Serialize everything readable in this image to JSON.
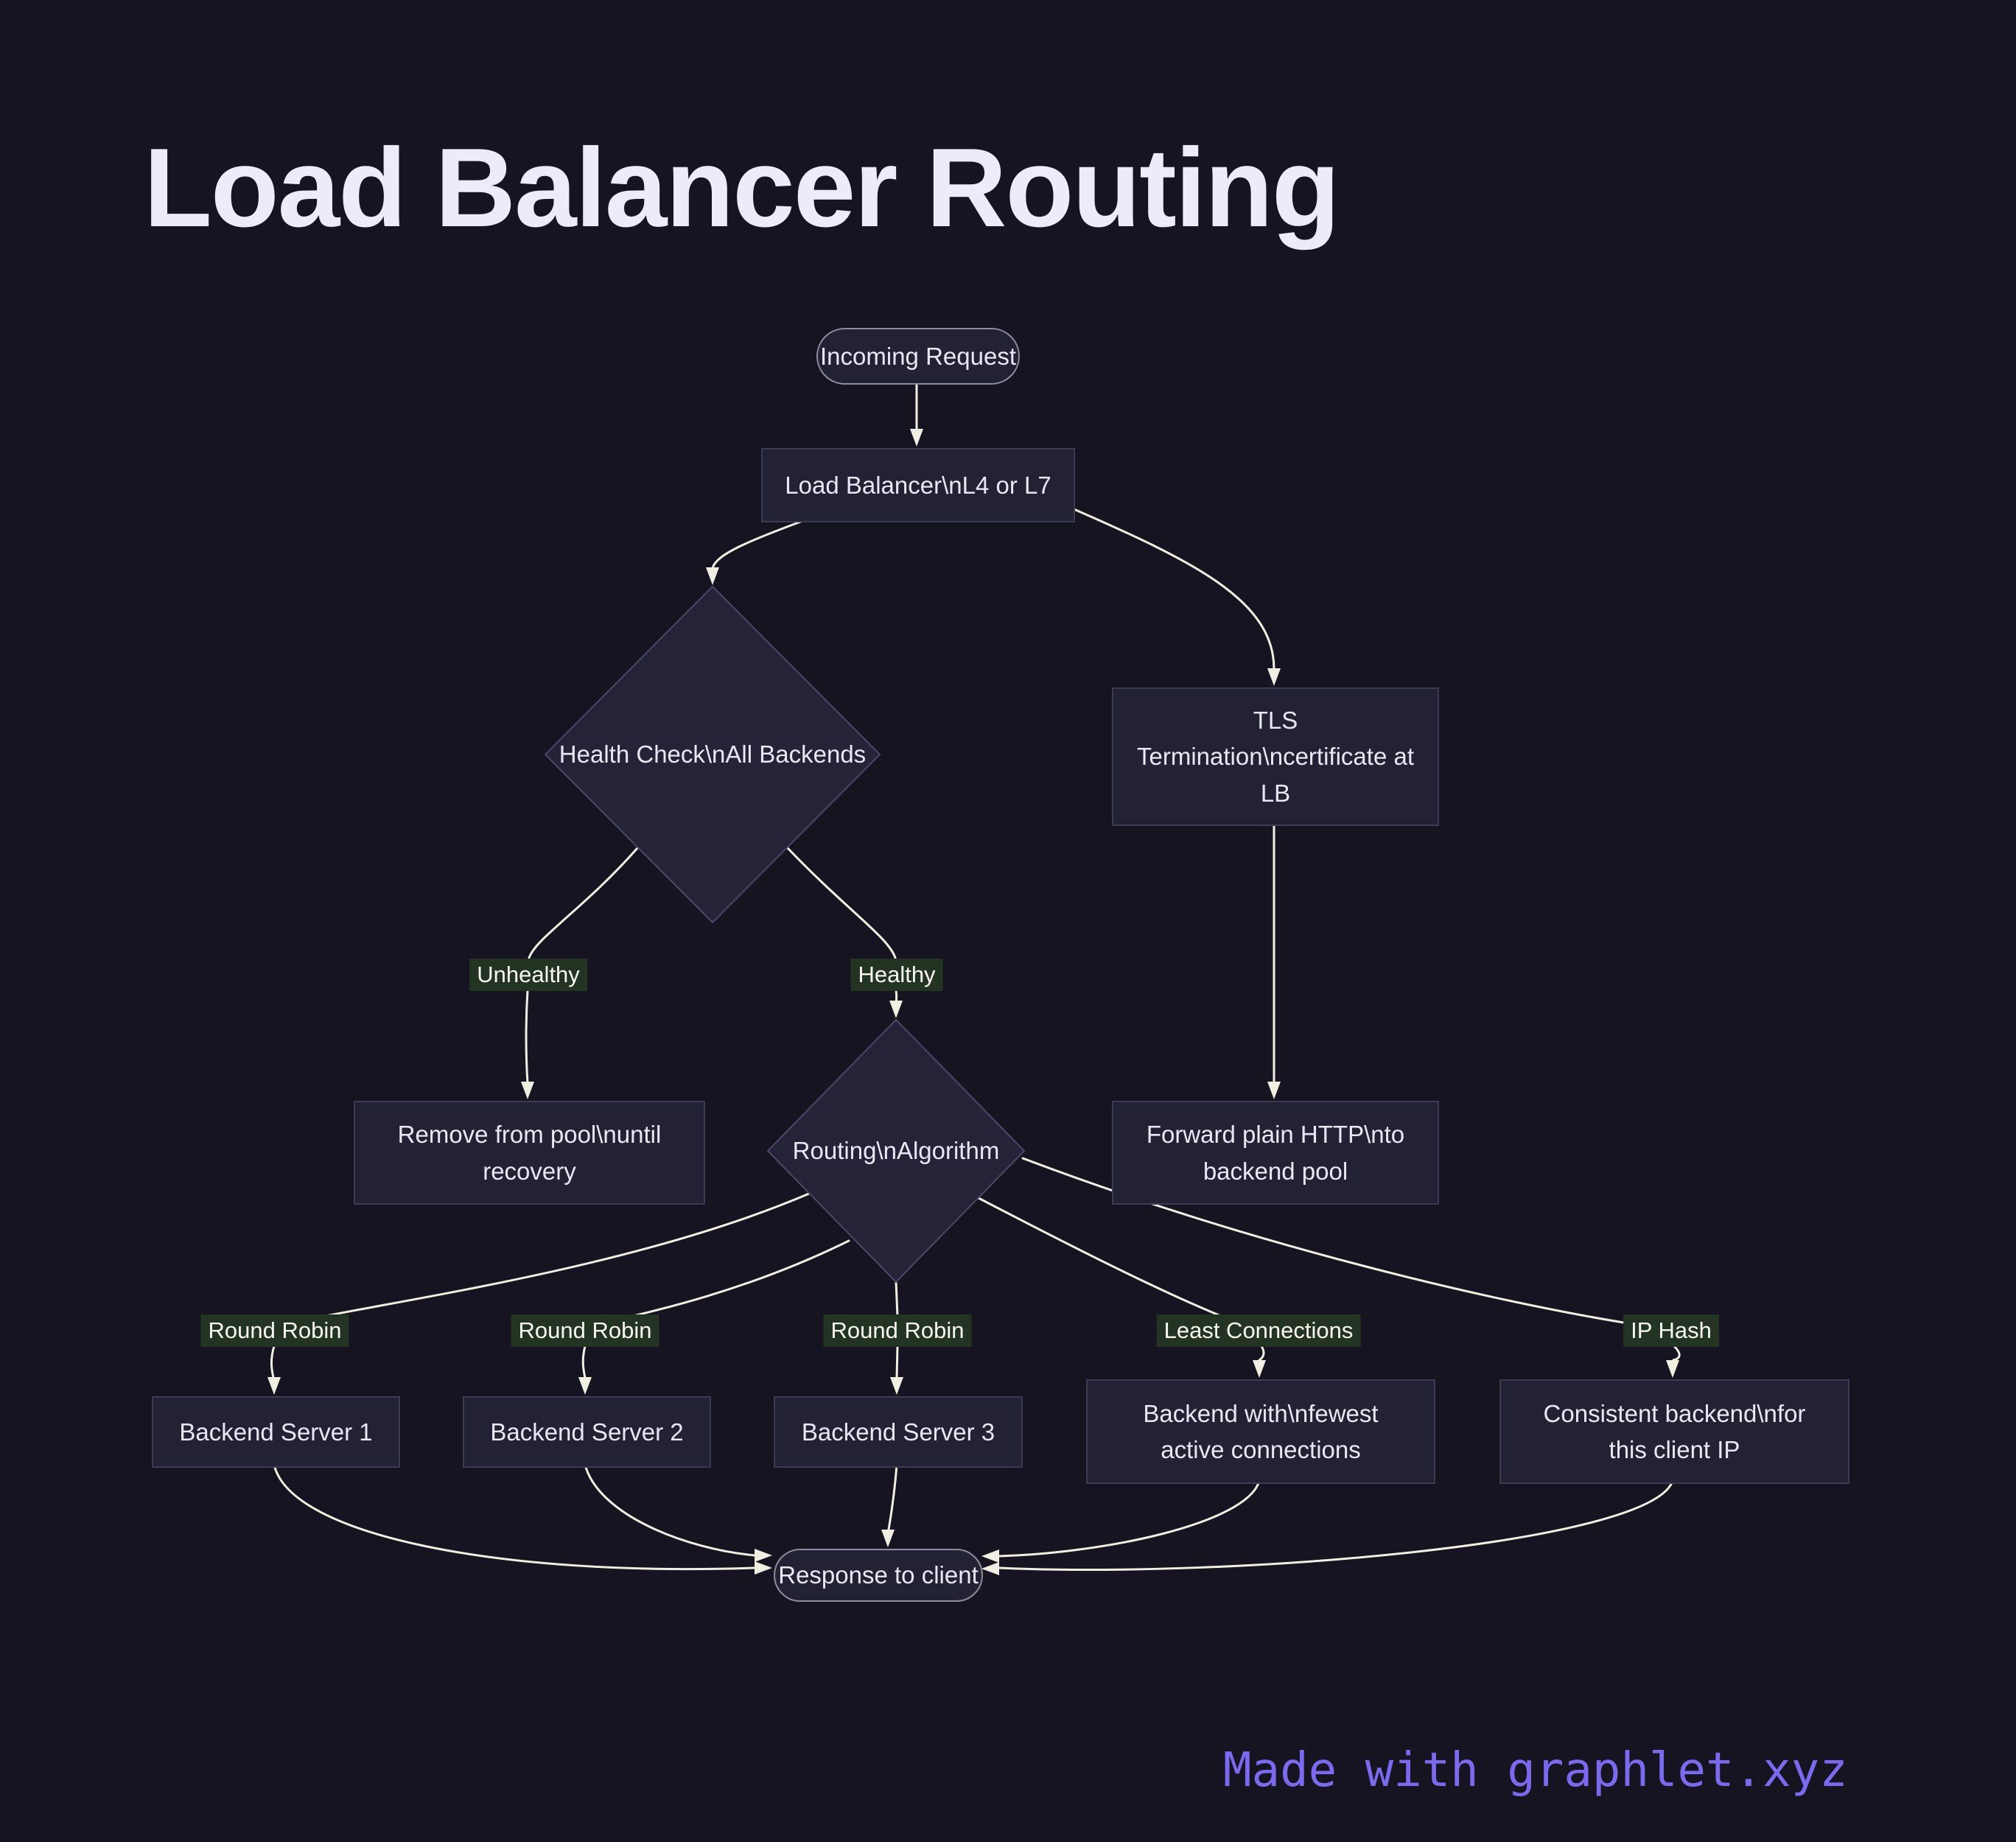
{
  "title": "Load Balancer Routing",
  "footer": {
    "text": "Made with graphlet.xyz"
  },
  "colors": {
    "background": "#151420",
    "node_fill": "#232134",
    "rect_border": "#3d3a54",
    "pill_border": "#8e8c9e",
    "diamond_fill": "#252338",
    "diamond_border": "#4b4766",
    "node_text": "#e9e7f3",
    "edge_stroke": "#f1efe1",
    "edge_label_bg": "#243423",
    "edge_label_text": "#f7f7f2",
    "footer_text": "#7b6af0",
    "title_text": "#ecebf7"
  },
  "nodes": {
    "incoming": {
      "label": "Incoming Request"
    },
    "load_balancer": {
      "label": "Load Balancer\\nL4 or L7"
    },
    "health_check": {
      "label": "Health Check\\nAll Backends"
    },
    "tls": {
      "lines": [
        "TLS",
        "Termination\\ncertificate at",
        "LB"
      ]
    },
    "remove": {
      "lines": [
        "Remove from pool\\nuntil",
        "recovery"
      ]
    },
    "routing": {
      "label": "Routing\\nAlgorithm"
    },
    "forward": {
      "lines": [
        "Forward plain HTTP\\nto",
        "backend pool"
      ]
    },
    "backend1": {
      "label": "Backend Server 1"
    },
    "backend2": {
      "label": "Backend Server 2"
    },
    "backend3": {
      "label": "Backend Server 3"
    },
    "fewest": {
      "lines": [
        "Backend with\\nfewest",
        "active connections"
      ]
    },
    "consistent": {
      "lines": [
        "Consistent backend\\nfor",
        "this client IP"
      ]
    },
    "response": {
      "label": "Response to client"
    }
  },
  "edge_labels": {
    "unhealthy": "Unhealthy",
    "healthy": "Healthy",
    "rr1": "Round Robin",
    "rr2": "Round Robin",
    "rr3": "Round Robin",
    "least": "Least Connections",
    "iphash": "IP Hash"
  }
}
